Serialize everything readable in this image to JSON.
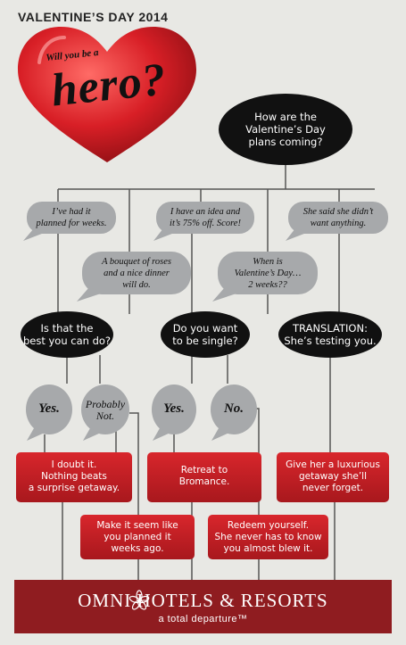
{
  "header": {
    "title": "VALENTINE’S DAY 2014"
  },
  "heart": {
    "small_text": "Will you be a",
    "big_text": "hero?"
  },
  "question": {
    "lines": [
      "How are the",
      "Valentine’s Day",
      "plans coming?"
    ]
  },
  "answers": {
    "planned": [
      "I’ve had it",
      "planned for weeks."
    ],
    "roses": [
      "A bouquet of roses",
      "and a nice dinner",
      "will do."
    ],
    "idea": [
      "I have an idea and",
      "it’s 75% off.  Score!"
    ],
    "when": [
      "When is",
      "Valentine’s Day…",
      "2 weeks??"
    ],
    "nothing": [
      "She said she didn’t",
      "want anything."
    ]
  },
  "decisions": {
    "best": [
      "Is that the",
      "best you can do?"
    ],
    "single": [
      "Do you want",
      "to be single?"
    ],
    "translation": [
      "TRANSLATION:",
      "She’s testing you."
    ]
  },
  "replies": {
    "yes1": "Yes.",
    "probably_not": [
      "Probably",
      "Not."
    ],
    "yes2": "Yes.",
    "no": "No."
  },
  "outcomes": {
    "doubt": [
      "I doubt it.",
      "Nothing beats",
      "a surprise getaway."
    ],
    "retreat": [
      "Retreat to",
      "Bromance."
    ],
    "luxurious": [
      "Give her a luxurious",
      "getaway she’ll",
      "never forget."
    ],
    "seem": [
      "Make it seem like",
      "you planned it",
      "weeks ago."
    ],
    "redeem": [
      "Redeem yourself.",
      "She never has to know",
      "you almost blew it."
    ]
  },
  "footer": {
    "brand": "OMNI HOTELS & RESORTS",
    "tagline": "a total departure™"
  },
  "colors": {
    "red": "#c41f25",
    "footer_red": "#8f1c20",
    "oval": "#111111",
    "bubble": "#a7a9ab",
    "line": "#555555"
  }
}
